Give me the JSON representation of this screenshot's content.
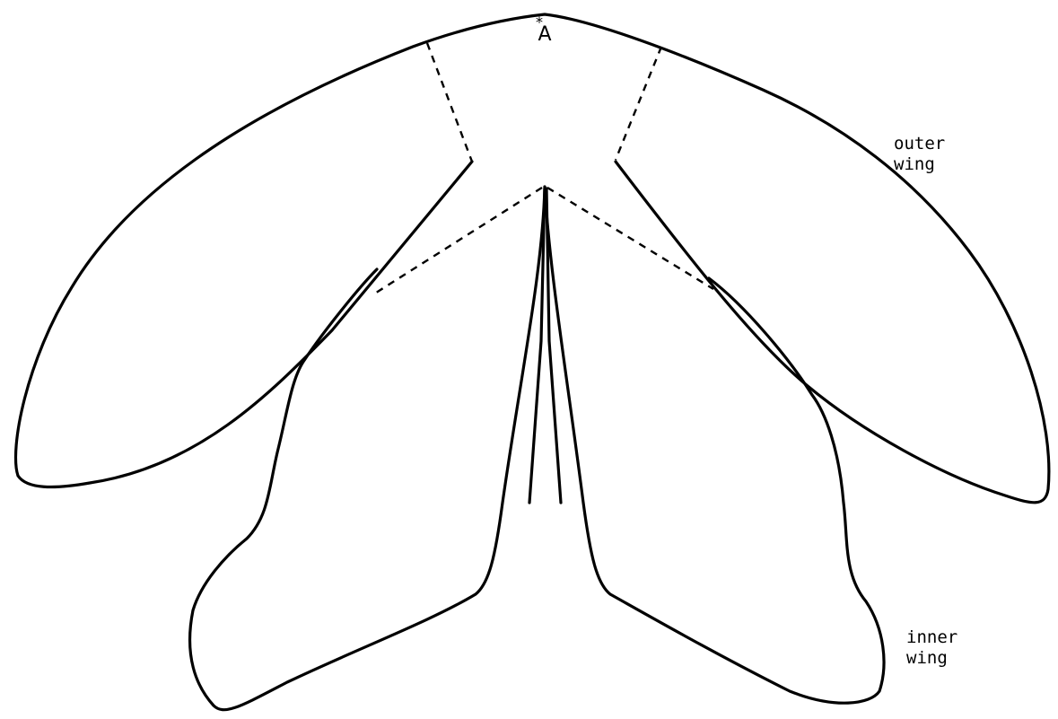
{
  "point": {
    "star": "*",
    "label": "A"
  },
  "labels": {
    "outer_wing_line1": "outer",
    "outer_wing_line2": "wing",
    "inner_wing_line1": "inner",
    "inner_wing_line2": "wing"
  },
  "colors": {
    "stroke": "#000000",
    "background": "#ffffff"
  }
}
